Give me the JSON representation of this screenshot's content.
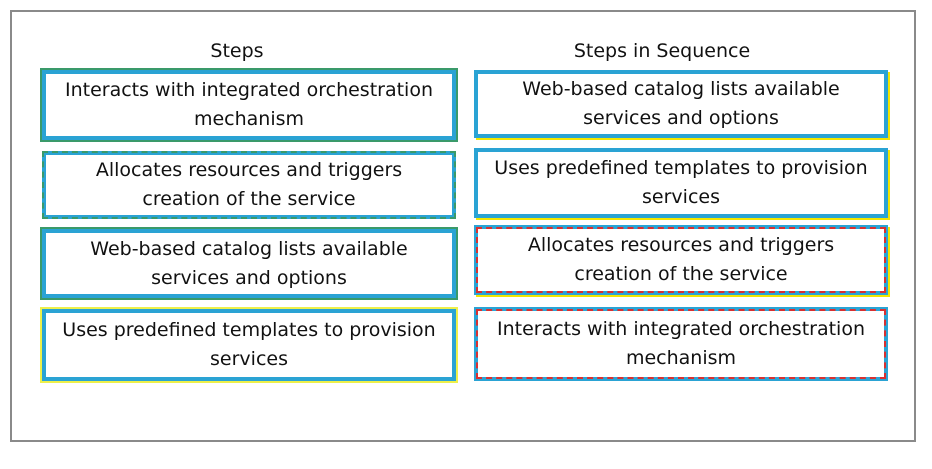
{
  "headers": {
    "steps": "Steps",
    "sequence": "Steps in Sequence"
  },
  "steps": [
    {
      "line1": "Interacts with integrated orchestration",
      "line2": "mechanism"
    },
    {
      "line1": "Allocates resources and triggers",
      "line2": "creation of the service"
    },
    {
      "line1": "Web-based catalog lists available",
      "line2": "services and options"
    },
    {
      "line1": "Uses predefined templates to provision",
      "line2": "services"
    }
  ],
  "sequence": [
    {
      "line1": "Web-based catalog lists available",
      "line2": "services and options"
    },
    {
      "line1": "Uses predefined templates to provision",
      "line2": "services"
    },
    {
      "line1": "Allocates resources and triggers",
      "line2": "creation of the service"
    },
    {
      "line1": "Interacts with integrated orchestration",
      "line2": "mechanism"
    }
  ],
  "colors": {
    "card_border": "#2aa3d4",
    "frame_border": "#8a8a8a",
    "accent_green": "#3a9a6a",
    "accent_yellow": "#f2e600",
    "accent_red_dashed": "#d93030"
  }
}
